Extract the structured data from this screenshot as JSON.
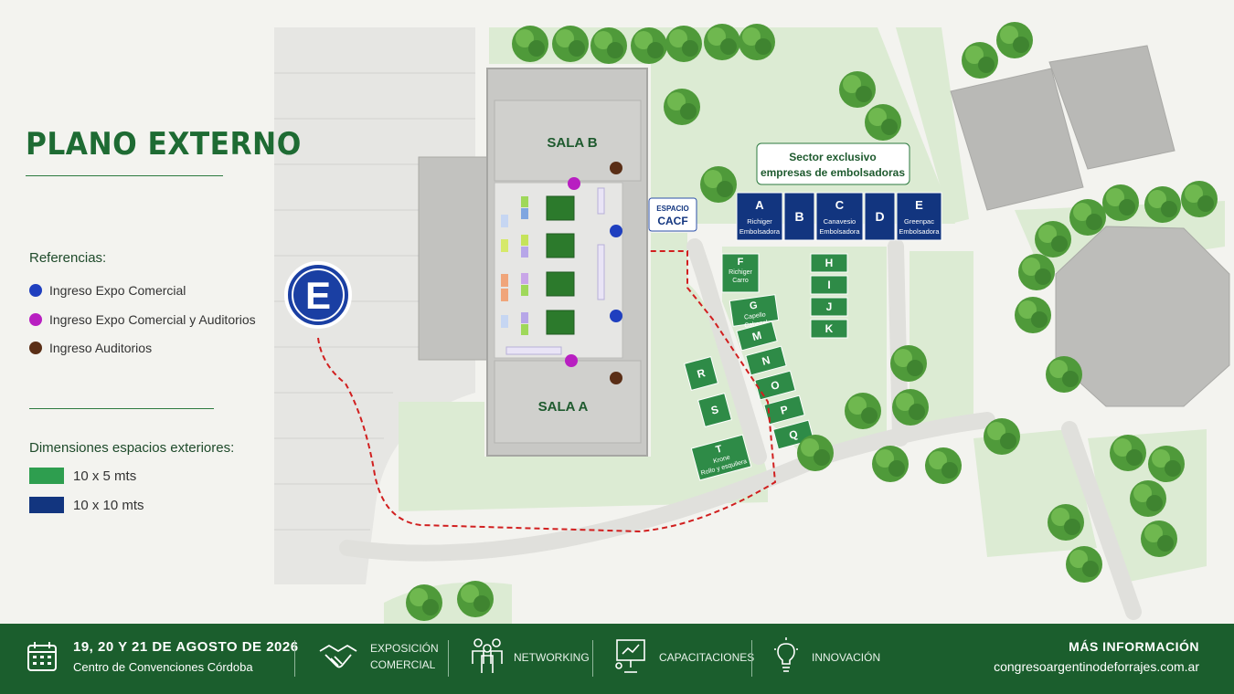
{
  "title": "PLANO EXTERNO",
  "references": {
    "heading": "Referencias:",
    "items": [
      {
        "label": "Ingreso Expo Comercial",
        "color": "#1f3fbf"
      },
      {
        "label": "Ingreso Expo Comercial y Auditorios",
        "color": "#b81fc1"
      },
      {
        "label": "Ingreso Auditorios",
        "color": "#5a2e16"
      }
    ]
  },
  "dimensions": {
    "heading": "Dimensiones espacios exteriores:",
    "items": [
      {
        "label": "10 x 5 mts",
        "color": "#2e9e4f"
      },
      {
        "label": "10 x 10 mts",
        "color": "#12357f"
      }
    ]
  },
  "map": {
    "parking_letter": "E",
    "sala_b": "SALA B",
    "sala_a": "SALA A",
    "espacio": {
      "line1": "ESPACIO",
      "line2": "CACF"
    },
    "sector": {
      "line1": "Sector exclusivo",
      "line2": "empresas de embolsadoras"
    },
    "blue_stands": [
      {
        "letter": "A",
        "name1": "Richiger",
        "name2": "Embolsadora"
      },
      {
        "letter": "B",
        "name1": "",
        "name2": ""
      },
      {
        "letter": "C",
        "name1": "Canavesio",
        "name2": "Embolsadora"
      },
      {
        "letter": "D",
        "name1": "",
        "name2": ""
      },
      {
        "letter": "E",
        "name1": "Greenpac",
        "name2": "Embolsadora"
      }
    ],
    "green_stands": [
      {
        "letter": "F",
        "name1": "Richiger",
        "name2": "Carro"
      },
      {
        "letter": "G",
        "name1": "Capello",
        "name2": "Cabezal"
      },
      {
        "letter": "H"
      },
      {
        "letter": "I"
      },
      {
        "letter": "J"
      },
      {
        "letter": "K"
      },
      {
        "letter": "M"
      },
      {
        "letter": "N"
      },
      {
        "letter": "O"
      },
      {
        "letter": "P"
      },
      {
        "letter": "Q"
      },
      {
        "letter": "R"
      },
      {
        "letter": "S"
      },
      {
        "letter": "T",
        "name1": "Krone",
        "name2": "Rollo y esquilera"
      }
    ]
  },
  "footer": {
    "date": "19, 20 Y 21 DE AGOSTO DE 2026",
    "venue": "Centro de Convenciones Córdoba",
    "features": [
      {
        "line1": "EXPOSICIÓN",
        "line2": "COMERCIAL",
        "icon": "handshake-icon"
      },
      {
        "line1": "NETWORKING",
        "line2": "",
        "icon": "people-icon"
      },
      {
        "line1": "CAPACITACIONES",
        "line2": "",
        "icon": "presentation-icon"
      },
      {
        "line1": "INNOVACIÓN",
        "line2": "",
        "icon": "lightbulb-icon"
      }
    ],
    "info_title": "MÁS INFORMACIÓN",
    "info_url": "congresoargentinodeforrajes.com.ar"
  }
}
